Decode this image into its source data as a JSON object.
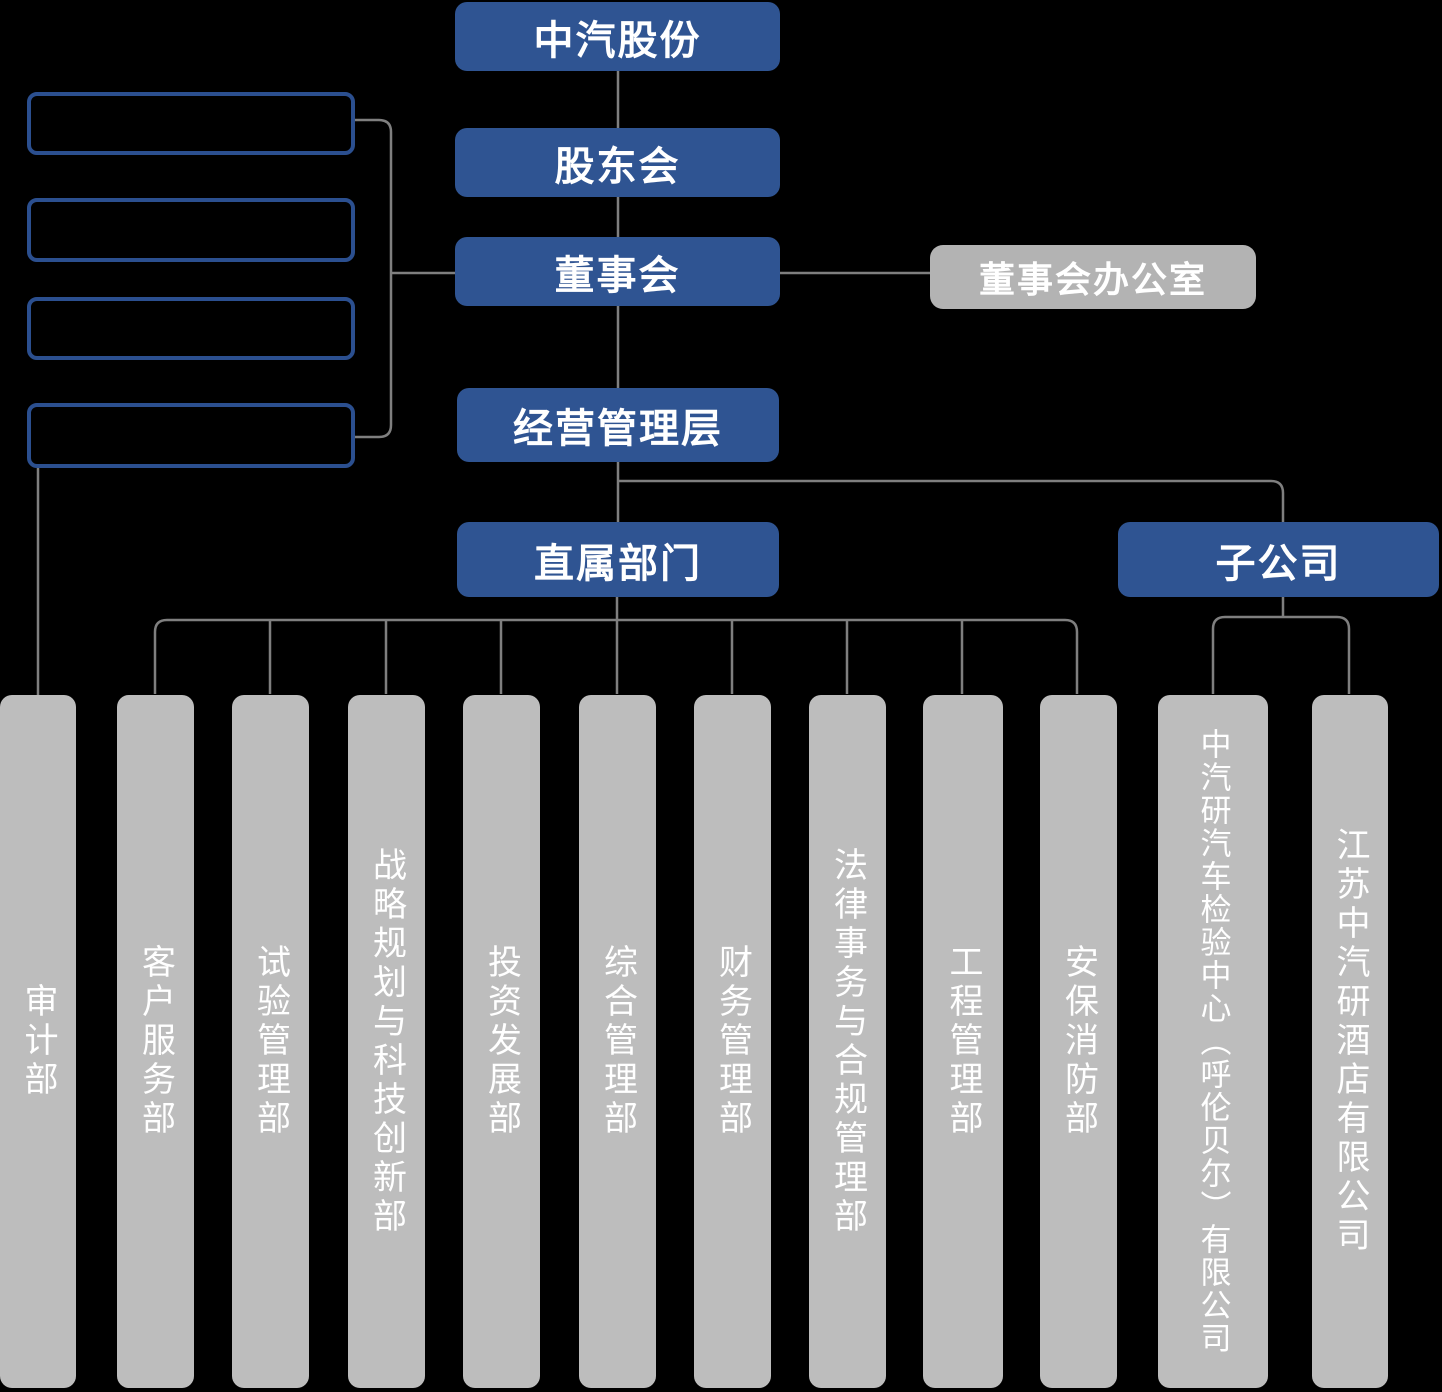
{
  "chart_type": "org-chart",
  "colors": {
    "node_blue": "#2F5492",
    "outline_blue": "#2B4F8F",
    "office_gray": "#B3B3B3",
    "column_gray": "#BDBDBD",
    "connector_gray": "#7F7F7F",
    "text_white": "#FFFFFF",
    "background": "#000000"
  },
  "nodes": {
    "company": "中汽股份",
    "shareholders": "股东会",
    "board": "董事会",
    "board_office": "董事会办公室",
    "management": "经营管理层",
    "direct_departments": "直属部门",
    "subsidiaries": "子公司"
  },
  "committee_placeholders": [
    "",
    "",
    "",
    ""
  ],
  "departments": [
    "审计部",
    "客户服务部",
    "试验管理部",
    "战略规划与科技创新部",
    "投资发展部",
    "综合管理部",
    "财务管理部",
    "法律事务与合规管理部",
    "工程管理部",
    "安保消防部",
    "中汽研汽车检验中心（呼伦贝尔）有限公司",
    "江苏中汽研酒店有限公司"
  ]
}
